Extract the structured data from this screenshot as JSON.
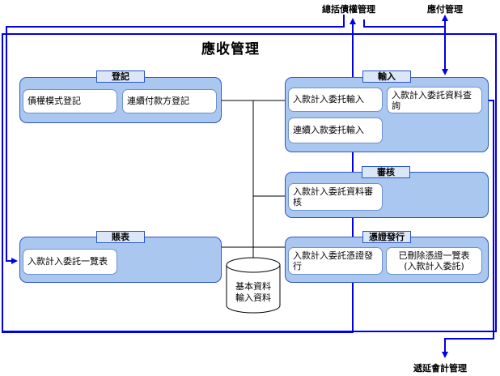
{
  "title": "應收管理",
  "external": {
    "total_claims": "總括債權管理",
    "payables": "應付管理",
    "deferred_accounting": "遞延會計管理"
  },
  "panels": {
    "register": {
      "title": "登記",
      "items": [
        "債權模式登記",
        "連續付款方登記"
      ]
    },
    "input": {
      "title": "輸入",
      "items": [
        "入款計入委托輸入",
        "入款計入委託資料查詢",
        "連續入款委托輸入"
      ]
    },
    "review": {
      "title": "審核",
      "items": [
        "入款計入委託資料審核"
      ]
    },
    "voucher": {
      "title": "憑證發行",
      "items": [
        "入款計入委託憑證發行",
        "已刪除憑證一覽表",
        "(入款計入委託)"
      ]
    },
    "report": {
      "title": "賬表",
      "items": [
        "入款計入委託一覽表"
      ]
    }
  },
  "database": {
    "line1": "基本資料",
    "line2": "輸入資料"
  },
  "colors": {
    "panel_fill": "#a9c7ef",
    "panel_border": "#2c55c9",
    "frame_line": "#0000e6",
    "connector": "#000000"
  }
}
